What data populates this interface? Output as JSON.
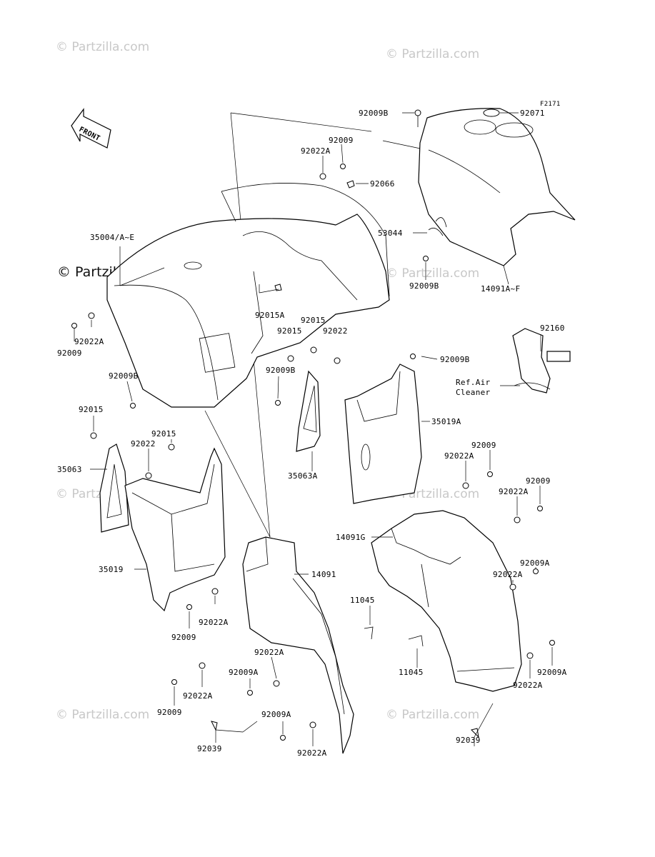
{
  "diagram_code": "F2171",
  "front_label": "FRONT",
  "watermark": "© Partzilla.com",
  "watermark_strong": "© Partzilla.com",
  "ref_note": [
    "Ref.Air",
    "Cleaner"
  ],
  "labels": [
    {
      "id": "l1",
      "text": "92009B"
    },
    {
      "id": "l2",
      "text": "92071"
    },
    {
      "id": "l3",
      "text": "92009"
    },
    {
      "id": "l4",
      "text": "92022A"
    },
    {
      "id": "l5",
      "text": "92066"
    },
    {
      "id": "l6",
      "text": "53044"
    },
    {
      "id": "l7",
      "text": "35004/A~E"
    },
    {
      "id": "l8",
      "text": "92009B"
    },
    {
      "id": "l9",
      "text": "14091A~F"
    },
    {
      "id": "l10",
      "text": "92015A"
    },
    {
      "id": "l11",
      "text": "92015"
    },
    {
      "id": "l12",
      "text": "92015"
    },
    {
      "id": "l13",
      "text": "92022"
    },
    {
      "id": "l14",
      "text": "92022A"
    },
    {
      "id": "l15",
      "text": "92009"
    },
    {
      "id": "l16",
      "text": "92160"
    },
    {
      "id": "l17",
      "text": "92009B"
    },
    {
      "id": "l18",
      "text": "92009B"
    },
    {
      "id": "l19",
      "text": "92009B"
    },
    {
      "id": "l20",
      "text": "35019A"
    },
    {
      "id": "l21",
      "text": "92015"
    },
    {
      "id": "l22",
      "text": "92015"
    },
    {
      "id": "l23",
      "text": "92022"
    },
    {
      "id": "l24",
      "text": "35063"
    },
    {
      "id": "l25",
      "text": "35063A"
    },
    {
      "id": "l26",
      "text": "92009"
    },
    {
      "id": "l27",
      "text": "92022A"
    },
    {
      "id": "l28",
      "text": "92009"
    },
    {
      "id": "l29",
      "text": "92022A"
    },
    {
      "id": "l30",
      "text": "14091G"
    },
    {
      "id": "l31",
      "text": "92009A"
    },
    {
      "id": "l32",
      "text": "35019"
    },
    {
      "id": "l33",
      "text": "14091"
    },
    {
      "id": "l34",
      "text": "92022A"
    },
    {
      "id": "l35",
      "text": "11045"
    },
    {
      "id": "l36",
      "text": "92022A"
    },
    {
      "id": "l37",
      "text": "92009"
    },
    {
      "id": "l38",
      "text": "92022A"
    },
    {
      "id": "l39",
      "text": "92009A"
    },
    {
      "id": "l40",
      "text": "11045"
    },
    {
      "id": "l41",
      "text": "92009A"
    },
    {
      "id": "l42",
      "text": "92022A"
    },
    {
      "id": "l43",
      "text": "92022A"
    },
    {
      "id": "l44",
      "text": "92009"
    },
    {
      "id": "l45",
      "text": "92009A"
    },
    {
      "id": "l46",
      "text": "92039"
    },
    {
      "id": "l47",
      "text": "92022A"
    },
    {
      "id": "l48",
      "text": "92039"
    }
  ]
}
